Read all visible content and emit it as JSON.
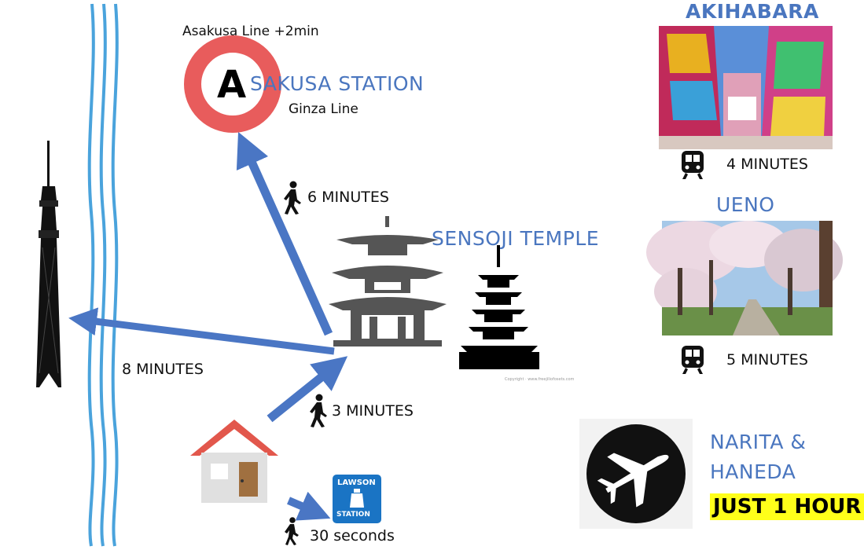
{
  "asakusa": {
    "a_letter": "A",
    "name": "SAKUSA STATION",
    "line_top": "Asakusa Line +2min",
    "line_bottom": "Ginza Line",
    "walk_time": "6 MINUTES"
  },
  "senso_ji": {
    "name": "SENSOJI TEMPLE",
    "credit": "Copyright · www.freejiliofosets.com"
  },
  "skytree": {
    "time": "8 MINUTES"
  },
  "home": {
    "walk_to_temple": "3 MINUTES"
  },
  "lawson": {
    "sign_top": "LAWSON",
    "sign_bottom": "STATION",
    "walk_time": "30 seconds"
  },
  "akihabara": {
    "name": "AKIHABARA",
    "train_time": "4 MINUTES"
  },
  "ueno": {
    "name": "UENO",
    "train_time": "5 MINUTES"
  },
  "airport": {
    "name_line1": "NARITA &",
    "name_line2": "HANEDA",
    "time": "JUST 1 HOUR"
  },
  "colors": {
    "accent_blue": "#4a76bf",
    "arrow_blue": "#4a76c4",
    "river_blue": "#4aa3dc",
    "station_red": "#e85c5c",
    "highlight_yellow": "#ffff1a"
  }
}
